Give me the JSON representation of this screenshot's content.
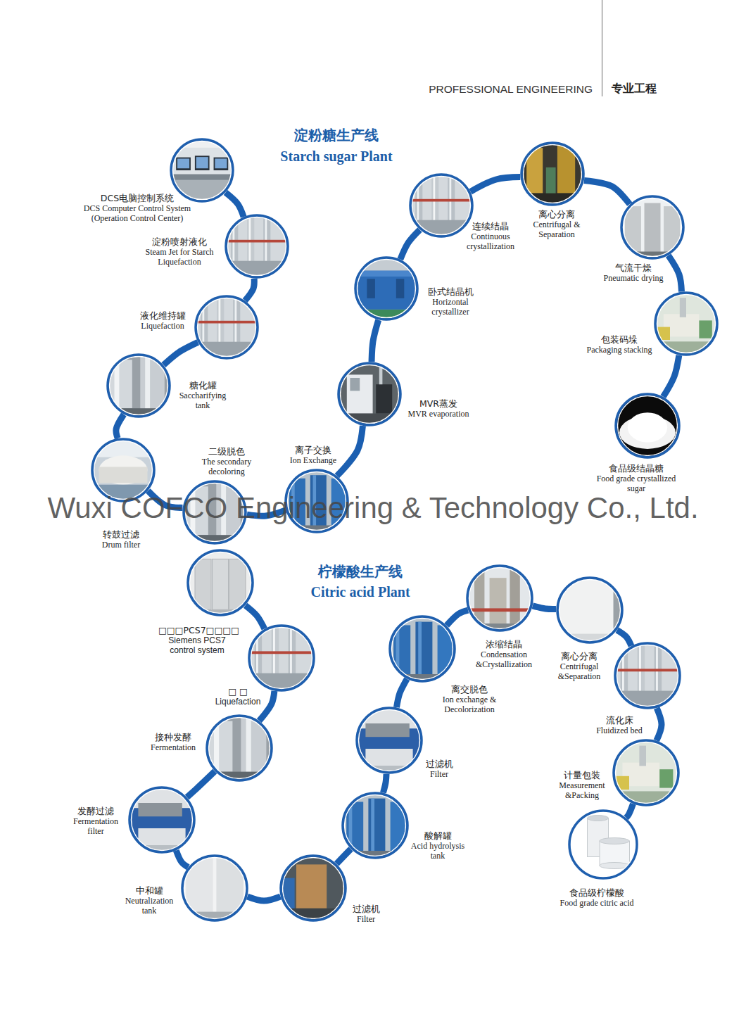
{
  "diagram": {
    "nodes": [
      {
        "text": [
          "DCS电脑控制系统",
          "DCS Computer Control System (Operation Control Center)"
        ]
      },
      {
        "text": [
          "淀粉喷射液化",
          "Steam Jet for Starch Liquefaction"
        ]
      },
      {
        "text": [
          "液化维持罐",
          "Liquefaction"
        ]
      },
      {
        "text": [
          "糖化罐",
          "Saccharifying tank"
        ]
      },
      {
        "text": [
          "转鼓过滤",
          "Drum filter"
        ]
      },
      {
        "text": [
          "二级脱色",
          "The secondary decoloring"
        ]
      },
      {
        "text": [
          "离子交换",
          "Ion Exchange"
        ]
      },
      {
        "text": [
          "MVR蒸发",
          "MVR evaporation"
        ]
      },
      {
        "text": [
          "卧式结晶机",
          "Horizontal crystallizer"
        ]
      },
      {
        "text": [
          "连续结晶",
          "Continuous crystallization"
        ]
      },
      {
        "text": [
          "离心分离",
          "Centrifugal & Separation"
        ]
      },
      {
        "text": [
          "气流干燥",
          "Pneumatic drying"
        ]
      },
      {
        "text": [
          "包装码垛",
          "Packaging stacking"
        ]
      },
      {
        "text": [
          "食品级结晶糖",
          "Food grade crystallized sugar"
        ]
      },
      {
        "text": [
          "□□□PCS7□□□□",
          "Siemens PCS7 control system"
        ]
      },
      {
        "text": [
          "□ □",
          "Liquefaction"
        ]
      },
      {
        "text": [
          "接种发酵",
          "Fermentation"
        ]
      },
      {
        "text": [
          "发酵过滤",
          "Fermentation filter"
        ]
      },
      {
        "text": [
          "中和罐",
          "Neutralization tank"
        ]
      },
      {
        "text": [
          "过滤机",
          "Filter"
        ]
      },
      {
        "text": [
          "酸解罐",
          "Acid hydrolysis tank"
        ]
      },
      {
        "text": [
          "过滤机",
          "Filter"
        ]
      },
      {
        "text": [
          "离交脱色",
          "Ion exchange & Decolorization"
        ]
      },
      {
        "text": [
          "浓缩结晶",
          "Condensation &Crystallization"
        ]
      },
      {
        "text": [
          "离心分离",
          "Centrifugal &Separation"
        ]
      },
      {
        "text": [
          "流化床",
          "Fluidized bed"
        ]
      },
      {
        "text": [
          "计量包装",
          "Measurement &Packing"
        ]
      },
      {
        "text": [
          "食品级柠檬酸",
          "Food grade citric acid"
        ]
      }
    ],
    "edges": [
      {
        "from": 0,
        "to": 1,
        "arrow": "none"
      },
      {
        "from": 1,
        "to": 2,
        "arrow": "none"
      },
      {
        "from": 2,
        "to": 3,
        "arrow": "none"
      },
      {
        "from": 3,
        "to": 4,
        "arrow": "none"
      },
      {
        "from": 4,
        "to": 5,
        "arrow": "none"
      },
      {
        "from": 5,
        "to": 6,
        "arrow": "none"
      },
      {
        "from": 6,
        "to": 7,
        "arrow": "none"
      },
      {
        "from": 7,
        "to": 8,
        "arrow": "none"
      },
      {
        "from": 8,
        "to": 9,
        "arrow": "none"
      },
      {
        "from": 9,
        "to": 10,
        "arrow": "none"
      },
      {
        "from": 10,
        "to": 11,
        "arrow": "none"
      },
      {
        "from": 11,
        "to": 12,
        "arrow": "none"
      },
      {
        "from": 12,
        "to": 13,
        "arrow": "none"
      },
      {
        "from": 14,
        "to": 15,
        "arrow": "none"
      },
      {
        "from": 15,
        "to": 16,
        "arrow": "none"
      },
      {
        "from": 16,
        "to": 17,
        "arrow": "none"
      },
      {
        "from": 17,
        "to": 18,
        "arrow": "none"
      },
      {
        "from": 18,
        "to": 19,
        "arrow": "none"
      },
      {
        "from": 19,
        "to": 20,
        "arrow": "none"
      },
      {
        "from": 20,
        "to": 21,
        "arrow": "none"
      },
      {
        "from": 21,
        "to": 22,
        "arrow": "none"
      },
      {
        "from": 22,
        "to": 23,
        "arrow": "none"
      },
      {
        "from": 23,
        "to": 24,
        "arrow": "none"
      },
      {
        "from": 24,
        "to": 25,
        "arrow": "none"
      },
      {
        "from": 25,
        "to": 26,
        "arrow": "none"
      },
      {
        "from": 26,
        "to": 27,
        "arrow": "none"
      }
    ],
    "labels": [
      "PROFESSIONAL ENGINEERING",
      "专业工程",
      "淀粉糖生产线",
      "Starch sugar Plant",
      "柠檬酸生产线",
      "Citric acid Plant",
      "Wuxi COFCO Engineering & Technology Co., Ltd."
    ]
  }
}
